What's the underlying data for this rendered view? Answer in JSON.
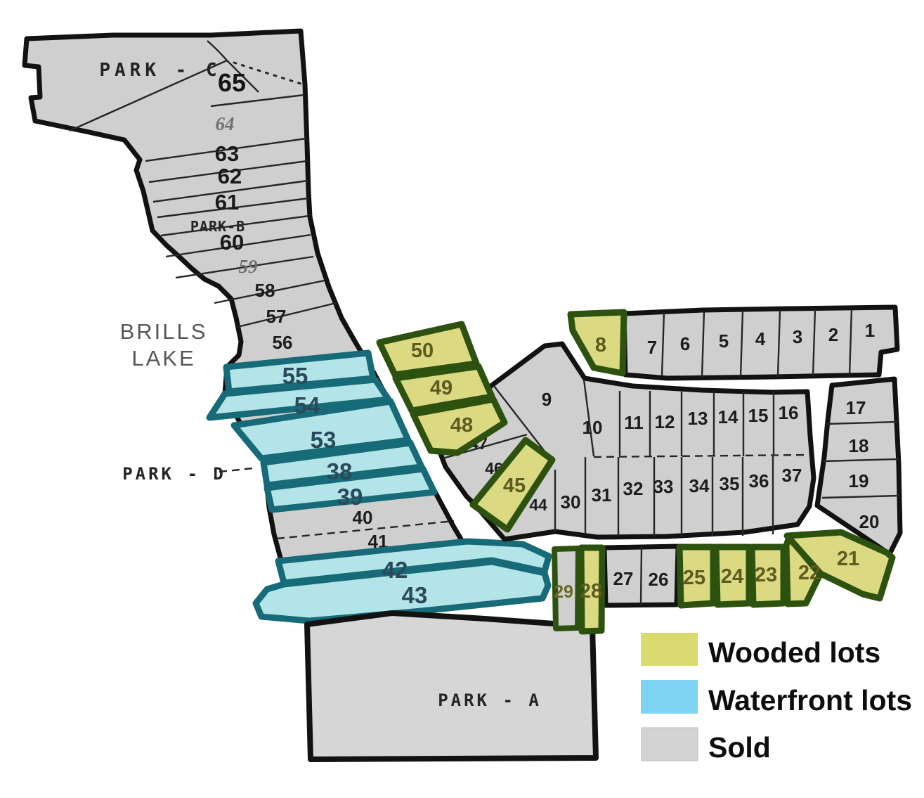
{
  "labels": {
    "park_c": "PARK - C",
    "park_b": "PARK-B",
    "park_d": "PARK - D",
    "park_a": "PARK - A",
    "lake_line1": "BRILLS",
    "lake_line2": "LAKE"
  },
  "legend": {
    "items": [
      {
        "label": "Wooded lots",
        "color": "#d9da70"
      },
      {
        "label": "Waterfront lots",
        "color": "#7cd4f2"
      },
      {
        "label": "Sold",
        "color": "#d3d3d3"
      }
    ]
  },
  "lots": {
    "n1": "1",
    "n2": "2",
    "n3": "3",
    "n4": "4",
    "n5": "5",
    "n6": "6",
    "n7": "7",
    "n8": "8",
    "n9": "9",
    "n10": "10",
    "n11": "11",
    "n12": "12",
    "n13": "13",
    "n14": "14",
    "n15": "15",
    "n16": "16",
    "n17": "17",
    "n18": "18",
    "n19": "19",
    "n20": "20",
    "n21": "21",
    "n22": "22",
    "n23": "23",
    "n24": "24",
    "n25": "25",
    "n26": "26",
    "n27": "27",
    "n28": "28",
    "n29": "29",
    "n30": "30",
    "n31": "31",
    "n32": "32",
    "n33": "33",
    "n34": "34",
    "n35": "35",
    "n36": "36",
    "n37": "37",
    "n38": "38",
    "n39": "39",
    "n40": "40",
    "n41": "41",
    "n42": "42",
    "n43": "43",
    "n44": "44",
    "n45": "45",
    "n46": "46",
    "n47": "47",
    "n48": "48",
    "n49": "49",
    "n50": "50",
    "n53": "53",
    "n54": "54",
    "n55": "55",
    "n56": "56",
    "n57": "57",
    "n58": "58",
    "n59": "59",
    "n60": "60",
    "n61": "61",
    "n62": "62",
    "n63": "63",
    "n64": "64",
    "n65": "65"
  },
  "categories": {
    "wooded": [
      "8",
      "21",
      "22",
      "23",
      "24",
      "25",
      "28",
      "45",
      "48",
      "49",
      "50"
    ],
    "waterfront": [
      "38",
      "39",
      "42",
      "43",
      "53",
      "54",
      "55"
    ],
    "sold": [
      "1",
      "2",
      "3",
      "4",
      "5",
      "6",
      "7",
      "9",
      "10",
      "11",
      "12",
      "13",
      "14",
      "15",
      "16",
      "17",
      "18",
      "19",
      "20",
      "26",
      "27",
      "29",
      "30",
      "31",
      "32",
      "33",
      "34",
      "35",
      "36",
      "37",
      "40",
      "41",
      "44",
      "46",
      "47",
      "56",
      "57",
      "58",
      "59",
      "60",
      "61",
      "62",
      "63",
      "64",
      "65"
    ]
  },
  "colors": {
    "wooded_fill": "#dcd983",
    "wooded_border": "#2d510f",
    "waterfront_fill": "#b2e4e8",
    "waterfront_border": "#176b78",
    "sold_fill": "#cfcfcf",
    "outline": "#121212"
  }
}
